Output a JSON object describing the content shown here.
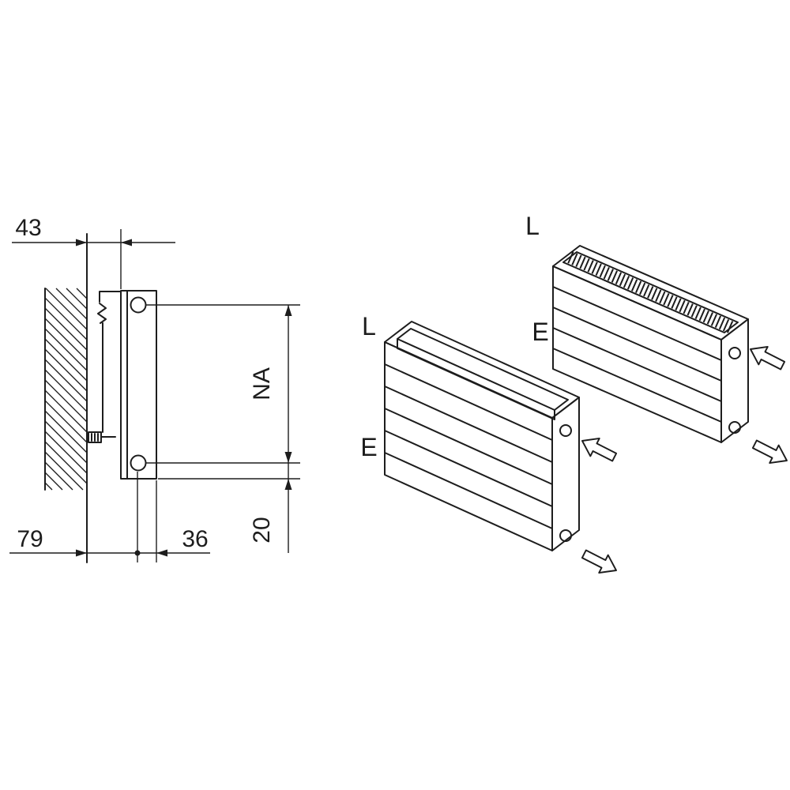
{
  "drawing": {
    "background": "#ffffff",
    "line_color": "#1d1d1d"
  },
  "side_view": {
    "dims": {
      "wall_clearance": "43",
      "connection_spacing": "NA",
      "bottom_offset": "20",
      "wall_to_pipe_center": "79",
      "pipe_center_to_front": "36"
    }
  },
  "iso_view": {
    "front_radiator": {
      "top_label": "L",
      "side_label": "E"
    },
    "rear_radiator": {
      "top_label": "L",
      "side_label": "E"
    }
  }
}
